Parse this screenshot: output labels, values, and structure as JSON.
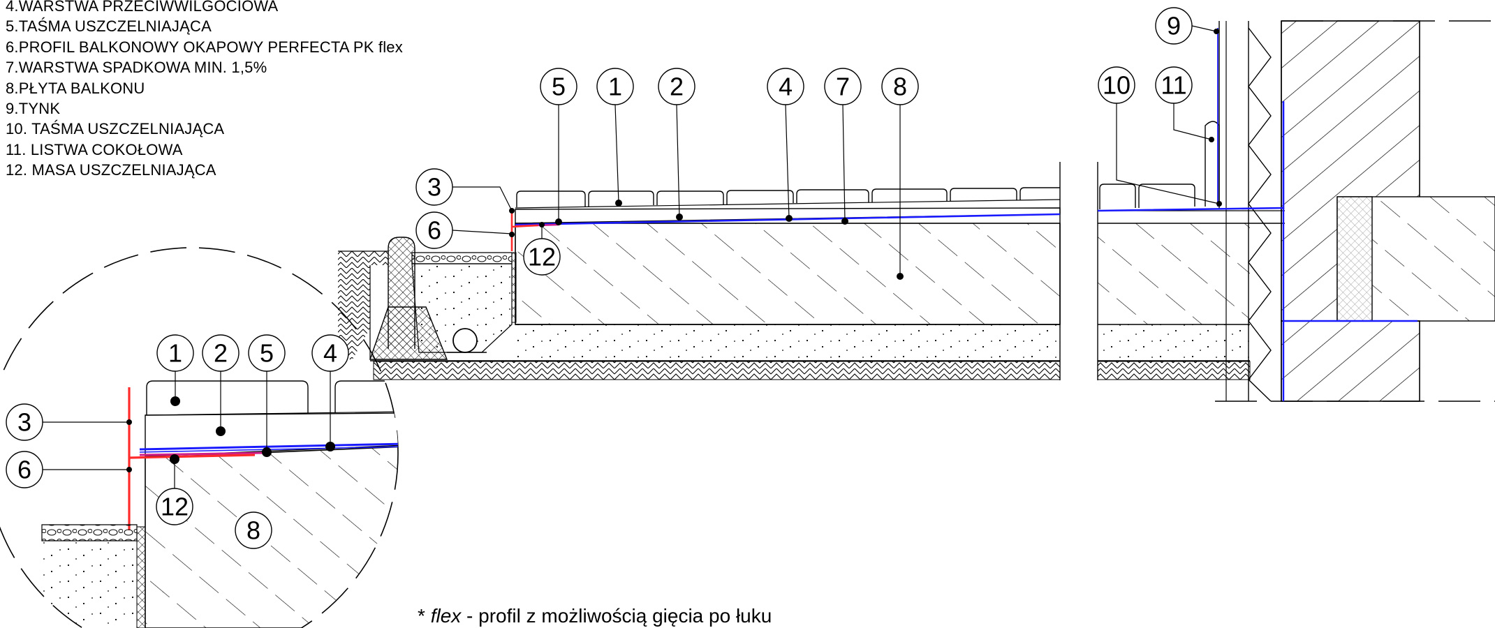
{
  "legend": [
    "4.WARSTWA PRZECIWWILGOCIOWA",
    "5.TAŚMA USZCZELNIAJĄCA",
    "6.PROFIL BALKONOWY OKAPOWY PERFECTA  PK flex",
    "7.WARSTWA SPADKOWA MIN. 1,5%",
    "8.PŁYTA BALKONU",
    "9.TYNK",
    "10. TAŚMA USZCZELNIAJĄCA",
    "11. LISTWA COKOŁOWA",
    "12. MASA USZCZELNIAJĄCA"
  ],
  "footnote": {
    "prefix": "* ",
    "term": "flex",
    "text": " - profil z możliwością gięcia po łuku"
  },
  "callouts": {
    "main": [
      "5",
      "1",
      "2",
      "4",
      "7",
      "8",
      "3",
      "6",
      "12"
    ],
    "wall": [
      "9",
      "10",
      "11"
    ],
    "detail": [
      "1",
      "2",
      "5",
      "4",
      "3",
      "6",
      "12",
      "8"
    ]
  },
  "colors": {
    "line": "#000000",
    "membrane": "#1a1aff",
    "profile": "#ff2a2a",
    "seal_tape": "#d0208a"
  }
}
